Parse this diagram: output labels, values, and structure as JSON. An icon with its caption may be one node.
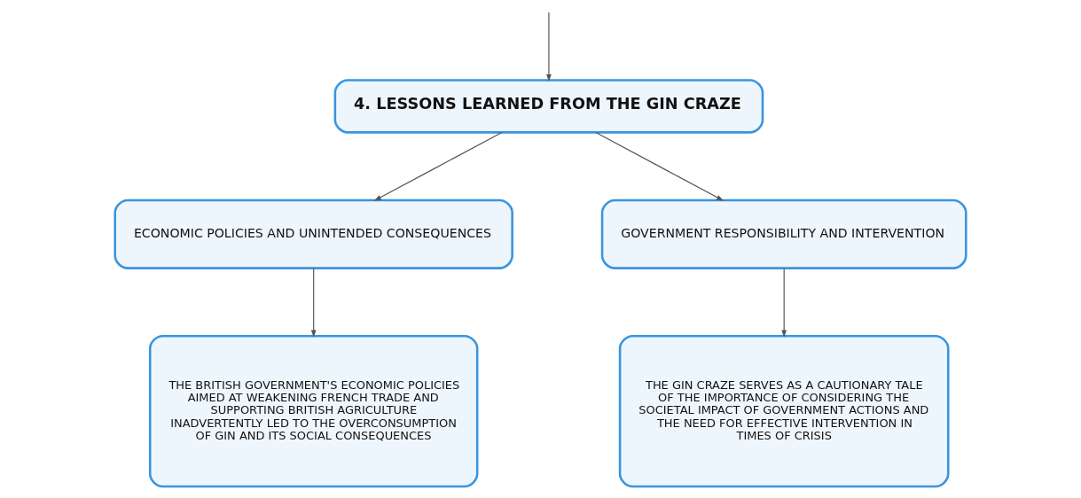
{
  "diagram": {
    "nodes": [
      {
        "text": [
          "4. LESSONS LEARNED FROM THE GIN CRAZE"
        ]
      },
      {
        "text": [
          "ECONOMIC POLICIES AND UNINTENDED CONSEQUENCES"
        ]
      },
      {
        "text": [
          "GOVERNMENT RESPONSIBILITY AND INTERVENTION"
        ]
      },
      {
        "text": [
          "THE BRITISH GOVERNMENT'S ECONOMIC POLICIES AIMED AT WEAKENING FRENCH TRADE AND SUPPORTING BRITISH AGRICULTURE INADVERTENTLY LED TO THE OVERCONSUMPTION OF GIN AND ITS SOCIAL CONSEQUENCES"
        ]
      },
      {
        "text": [
          "THE GIN CRAZE SERVES AS A CAUTIONARY TALE OF THE IMPORTANCE OF CONSIDERING THE SOCIETAL IMPACT OF GOVERNMENT ACTIONS AND THE NEED FOR EFFECTIVE INTERVENTION IN TIMES OF CRISIS"
        ]
      }
    ],
    "edges": [
      {
        "from": null,
        "to": 0,
        "arrow": "to"
      },
      {
        "from": 0,
        "to": 1,
        "arrow": "to"
      },
      {
        "from": 0,
        "to": 2,
        "arrow": "to"
      },
      {
        "from": 1,
        "to": 3,
        "arrow": "to"
      },
      {
        "from": 2,
        "to": 4,
        "arrow": "to"
      }
    ]
  }
}
